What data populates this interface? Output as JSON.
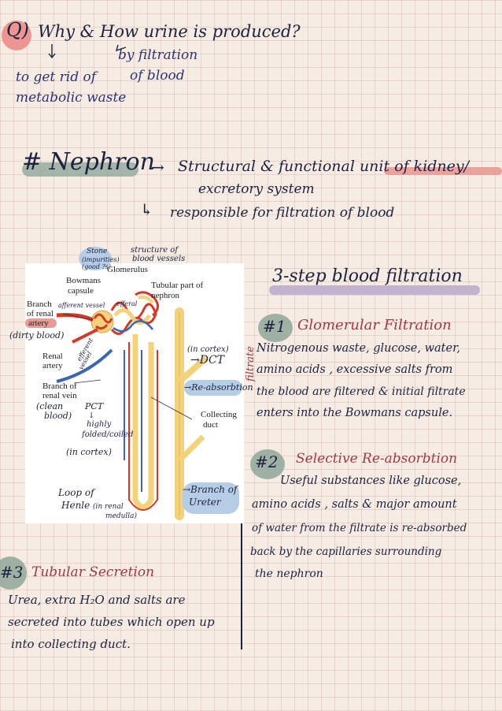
{
  "question": {
    "label": "Q)",
    "text": "Why & How urine is produced?",
    "why_answer": [
      "to get rid of",
      "metabolic waste"
    ],
    "how_answer": [
      "by filtration",
      "of blood"
    ]
  },
  "nephron": {
    "heading": "# Nephron",
    "arrow1": "→",
    "definition_line1": "Structural & functional unit of kidney/",
    "definition_line2": "excretory system",
    "arrow2": "↳",
    "responsibility": "responsible for filtration of blood"
  },
  "diagram": {
    "notes": {
      "stone": "Stone",
      "impurities": "(impurities)",
      "good": "(good ?s)",
      "structure": "structure of",
      "blood_vessels": "blood vessels",
      "afferent": "afferent vessel",
      "efferent_top": "efferal",
      "dirty": "(dirty blood)",
      "efferent": "efferent",
      "vessel": "vessel",
      "clean1": "(clean",
      "clean2": "blood)",
      "pct": "PCT",
      "pct_arrow": "↓",
      "pct_desc1": "highly",
      "pct_desc2": "folded/coiled",
      "pct_cortex": "(in cortex)",
      "dct_cortex": "(in cortex)",
      "dct": "→DCT",
      "reabsorption": "→Re-absorbtion",
      "filtrate": "filtrate",
      "loop1": "Loop of",
      "loop2": "Henle",
      "loop_medulla": "(in renal",
      "loop_medulla2": "medulla)",
      "ureter1": "→Branch of",
      "ureter2": "Ureter"
    },
    "labels": {
      "glomerulus": "Glomerulus",
      "bowmans1": "Bowmans",
      "bowmans2": "capsule",
      "tubular1": "Tubular part of",
      "tubular2": "nephron",
      "branch_artery1": "Branch",
      "branch_artery2": "of renal",
      "branch_artery3": "artery",
      "renal_artery1": "Renal",
      "renal_artery2": "artery",
      "renal_vein1": "Branch of",
      "renal_vein2": "renal vein",
      "collecting1": "Collecting",
      "collecting2": "duct"
    }
  },
  "three_step": {
    "title": "3-step blood filtration",
    "step1": {
      "num": "#1",
      "title": "Glomerular Filtration",
      "lines": [
        "Nitrogenous waste, glucose, water,",
        "amino acids , excessive salts from",
        "the blood are filtered & initial filtrate",
        "enters into the Bowmans capsule."
      ]
    },
    "step2": {
      "num": "#2",
      "title": "Selective Re-absorbtion",
      "lines": [
        "Useful substances like glucose,",
        "amino acids , salts & major amount",
        "of water from the filtrate is re-absorbed",
        "back by the capillaries surrounding",
        "the nephron"
      ]
    },
    "step3": {
      "num": "#3",
      "title": "Tubular Secretion",
      "lines": [
        "Urea, extra H₂O and salts are",
        "secreted into tubes which open up",
        "into collecting duct."
      ]
    }
  },
  "colors": {
    "ink": "#1d2240",
    "maroon": "#9a3a4a",
    "green_highlight": "#8fa79a",
    "pink_highlight": "#e99a95",
    "lavender_highlight": "#b9aacc",
    "blue_highlight": "#b6cde6"
  }
}
